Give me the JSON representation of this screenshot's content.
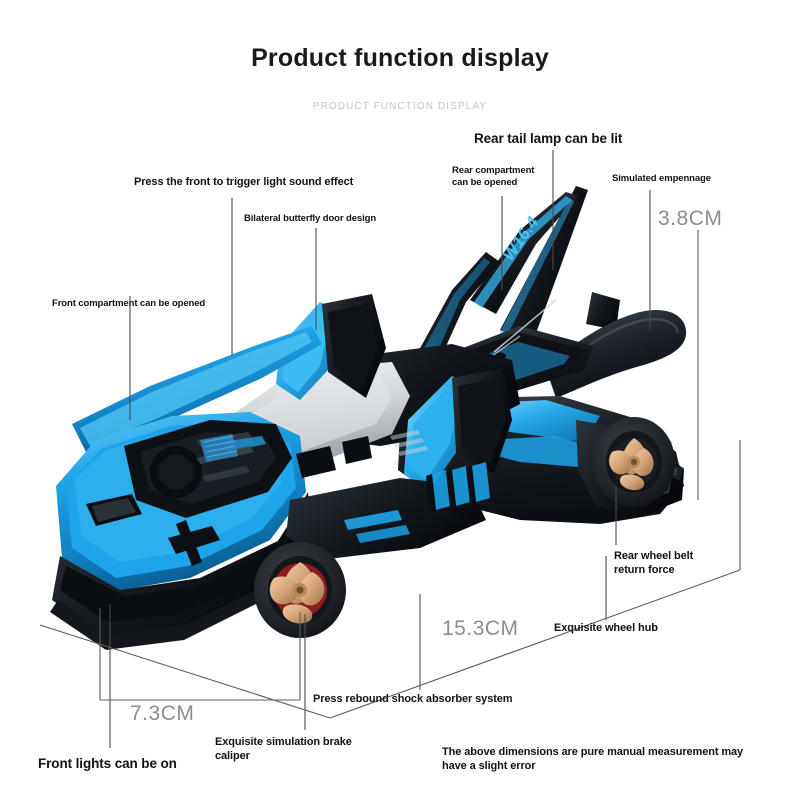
{
  "header": {
    "title": "Product function display",
    "subtitle": "PRODUCT FUNCTION DISPLAY"
  },
  "callouts": [
    {
      "id": "front-compartment",
      "text": "Front compartment can be opened"
    },
    {
      "id": "press-front-light",
      "text": "Press the front to trigger light sound effect"
    },
    {
      "id": "butterfly-door",
      "text": "Bilateral butterfly door design"
    },
    {
      "id": "rear-tail-lamp",
      "text": "Rear tail lamp can be lit"
    },
    {
      "id": "rear-compartment",
      "text": "Rear compartment\ncan be opened"
    },
    {
      "id": "simulated-empennage",
      "text": "Simulated empennage"
    },
    {
      "id": "rear-wheel-belt",
      "text": "Rear wheel belt\nreturn force"
    },
    {
      "id": "wheel-hub",
      "text": "Exquisite wheel hub"
    },
    {
      "id": "shock-absorber",
      "text": "Press rebound shock absorber system"
    },
    {
      "id": "brake-caliper",
      "text": "Exquisite simulation brake\ncaliper"
    },
    {
      "id": "front-lights",
      "text": "Front lights can be on"
    }
  ],
  "dimensions": {
    "height": "3.8CM",
    "length": "15.3CM",
    "width": "7.3CM",
    "disclaimer": "The above dimensions are pure manual measurement may\nhave a slight error"
  },
  "product": {
    "body_color": "#1d9fe3",
    "body_color_light": "#4fc3f7",
    "body_dark": "#10151b",
    "body_black": "#1c2026",
    "wheel_hub_color": "#d9a87a",
    "wheel_hub_color_dark": "#a97b50",
    "tire_color": "#23262b",
    "windshield_color": "#cfd3d6",
    "brake_caliper_color": "#8e1d22",
    "wing_decal": "W16.4"
  },
  "line_color": "#4a4a4a",
  "dim_line_color": "#5e5e5e"
}
